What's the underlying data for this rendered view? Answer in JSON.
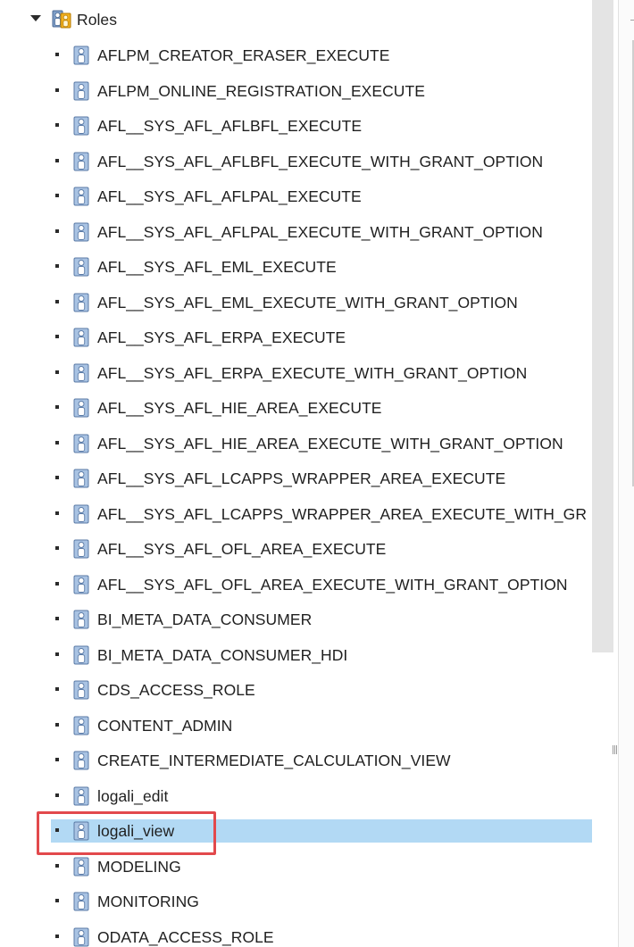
{
  "tree": {
    "root": {
      "label": "Roles",
      "icon": "role-group-icon",
      "expanded": true
    },
    "items": [
      {
        "label": "AFLPM_CREATOR_ERASER_EXECUTE"
      },
      {
        "label": "AFLPM_ONLINE_REGISTRATION_EXECUTE"
      },
      {
        "label": "AFL__SYS_AFL_AFLBFL_EXECUTE"
      },
      {
        "label": "AFL__SYS_AFL_AFLBFL_EXECUTE_WITH_GRANT_OPTION"
      },
      {
        "label": "AFL__SYS_AFL_AFLPAL_EXECUTE"
      },
      {
        "label": "AFL__SYS_AFL_AFLPAL_EXECUTE_WITH_GRANT_OPTION"
      },
      {
        "label": "AFL__SYS_AFL_EML_EXECUTE"
      },
      {
        "label": "AFL__SYS_AFL_EML_EXECUTE_WITH_GRANT_OPTION"
      },
      {
        "label": "AFL__SYS_AFL_ERPA_EXECUTE"
      },
      {
        "label": "AFL__SYS_AFL_ERPA_EXECUTE_WITH_GRANT_OPTION"
      },
      {
        "label": "AFL__SYS_AFL_HIE_AREA_EXECUTE"
      },
      {
        "label": "AFL__SYS_AFL_HIE_AREA_EXECUTE_WITH_GRANT_OPTION"
      },
      {
        "label": "AFL__SYS_AFL_LCAPPS_WRAPPER_AREA_EXECUTE"
      },
      {
        "label": "AFL__SYS_AFL_LCAPPS_WRAPPER_AREA_EXECUTE_WITH_GR"
      },
      {
        "label": "AFL__SYS_AFL_OFL_AREA_EXECUTE"
      },
      {
        "label": "AFL__SYS_AFL_OFL_AREA_EXECUTE_WITH_GRANT_OPTION"
      },
      {
        "label": "BI_META_DATA_CONSUMER"
      },
      {
        "label": "BI_META_DATA_CONSUMER_HDI"
      },
      {
        "label": "CDS_ACCESS_ROLE"
      },
      {
        "label": "CONTENT_ADMIN"
      },
      {
        "label": "CREATE_INTERMEDIATE_CALCULATION_VIEW"
      },
      {
        "label": "logali_edit"
      },
      {
        "label": "logali_view",
        "selected": true
      },
      {
        "label": "MODELING"
      },
      {
        "label": "MONITORING"
      },
      {
        "label": "ODATA_ACCESS_ROLE"
      }
    ],
    "item_icon": "role-icon"
  },
  "colors": {
    "selection": "#b2d9f4",
    "highlight_box": "#e2494c",
    "scrollbar_track": "#e4e4e4"
  }
}
